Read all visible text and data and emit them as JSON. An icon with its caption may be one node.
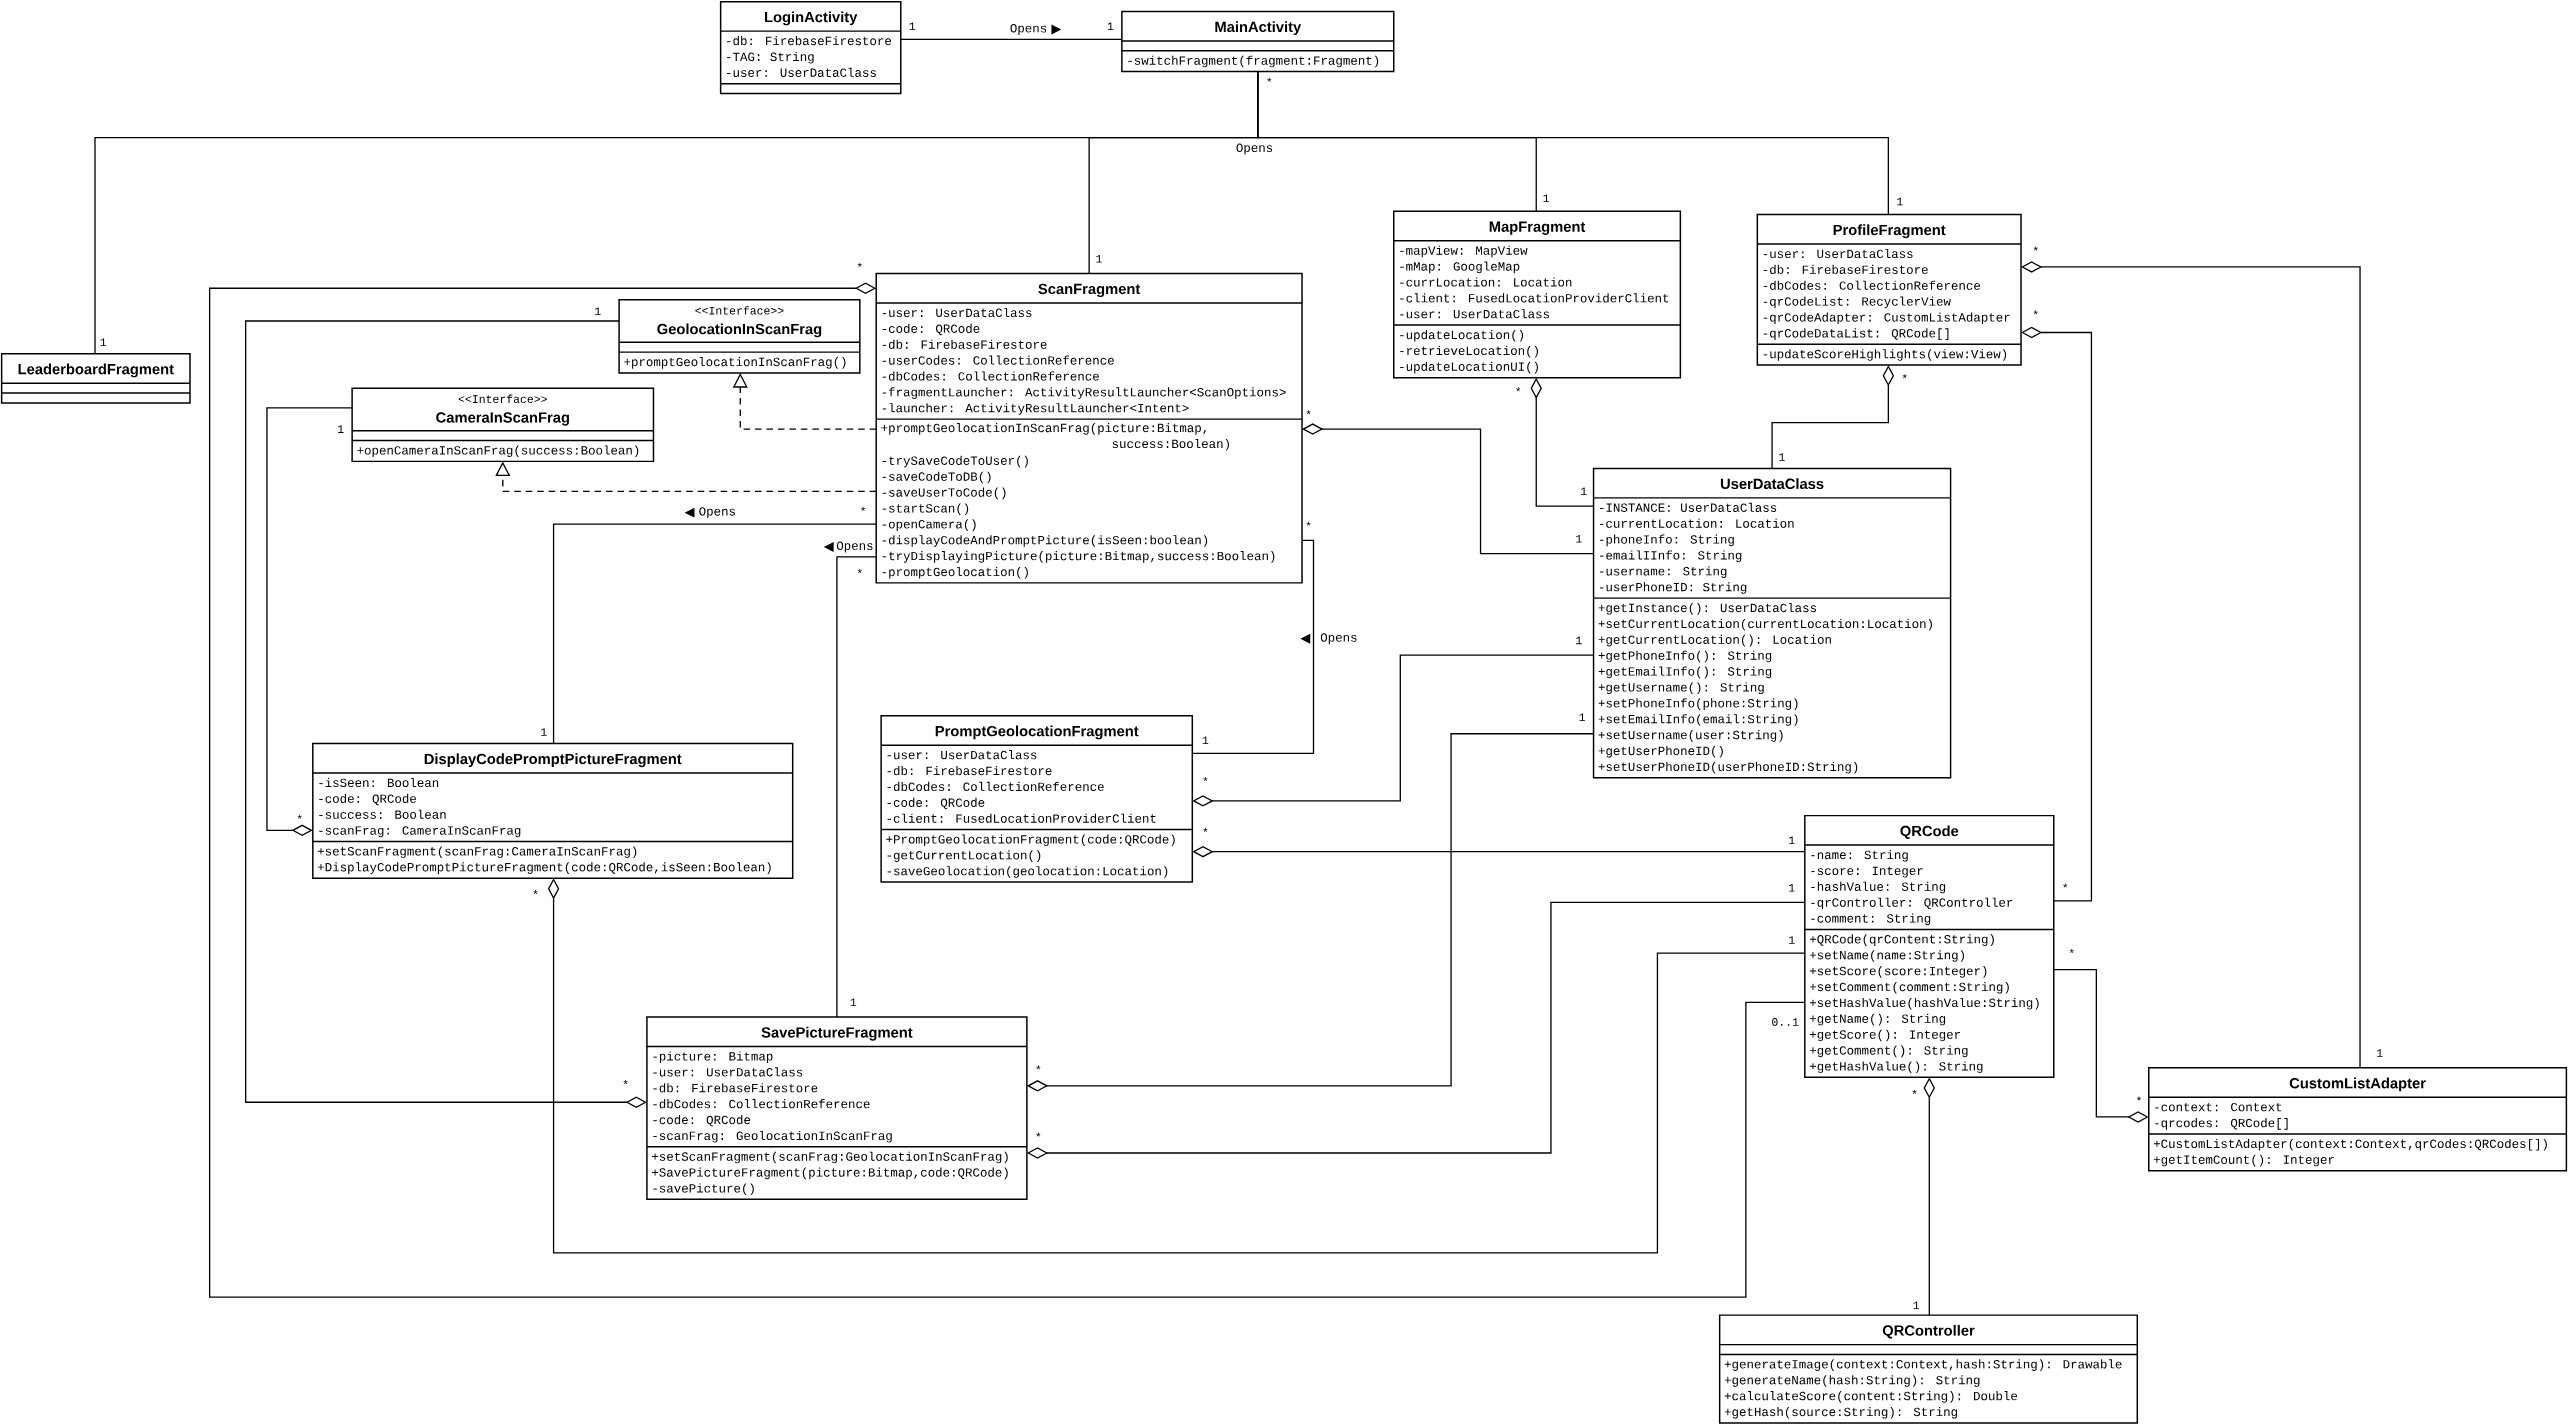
{
  "diagram": {
    "nodes": [
      {
        "text": [
          "LoginActivity",
          "-db: FirebaseFirestore",
          "-TAG: String",
          "-user: UserDataClass"
        ]
      },
      {
        "text": [
          "MainActivity",
          "-switchFragment(fragment:Fragment)"
        ]
      },
      {
        "text": [
          "LeaderboardFragment"
        ]
      },
      {
        "text": [
          "ScanFragment",
          "-user: UserDataClass",
          "-code: QRCode",
          "-db: FirebaseFirestore",
          "-userCodes: CollectionReference",
          "-dbCodes: CollectionReference",
          "-fragmentLauncher: ActivityResultLauncher<ScanOptions>",
          "-launcher: ActivityResultLauncher<Intent>",
          "+promptGeolocationInScanFrag(picture:Bitmap, success:Boolean)",
          "-trySaveCodeToUser()",
          "-saveCodeToDB()",
          "-saveUserToCode()",
          "-startScan()",
          "-openCamera()",
          "-displayCodeAndPromptPicture(isSeen:boolean)",
          "-tryDisplayingPicture(picture:Bitmap,success:Boolean)",
          "-promptGeolocation()"
        ]
      },
      {
        "text": [
          "<<Interface>>",
          "GeolocationInScanFrag",
          "+promptGeolocationInScanFrag()"
        ]
      },
      {
        "text": [
          "<<Interface>>",
          "CameraInScanFrag",
          "+openCameraInScanFrag(success:Boolean)"
        ]
      },
      {
        "text": [
          "MapFragment",
          "-mapView: MapView",
          "-mMap: GoogleMap",
          "-currLocation: Location",
          "-client: FusedLocationProviderClient",
          "-user: UserDataClass",
          "-updateLocation()",
          "-retrieveLocation()",
          "-updateLocationUI()"
        ]
      },
      {
        "text": [
          "ProfileFragment",
          "-user: UserDataClass",
          "-db: FirebaseFirestore",
          "-dbCodes: CollectionReference",
          "-qrCodeList: RecyclerView",
          "-qrCodeAdapter: CustomListAdapter",
          "-qrCodeDataList: QRCode[]",
          "-updateScoreHighlights(view:View)"
        ]
      },
      {
        "text": [
          "UserDataClass",
          "-INSTANCE: UserDataClass",
          "-currentLocation: Location",
          "-phoneInfo: String",
          "-emailIInfo: String",
          "-username: String",
          "-userPhoneID: String",
          "+getInstance(): UserDataClass",
          "+setCurrentLocation(currentLocation:Location)",
          "+getCurrentLocation(): Location",
          "+getPhoneInfo(): String",
          "+getEmailInfo(): String",
          "+getUsername(): String",
          "+setPhoneInfo(phone:String)",
          "+setEmailInfo(email:String)",
          "+setUsername(user:String)",
          "+getUserPhoneID()",
          "+setUserPhoneID(userPhoneID:String)"
        ]
      },
      {
        "text": [
          "PromptGeolocationFragment",
          "-user: UserDataClass",
          "-db: FirebaseFirestore",
          "-dbCodes: CollectionReference",
          "-code: QRCode",
          "-client: FusedLocationProviderClient",
          "+PromptGeolocationFragment(code:QRCode)",
          "-getCurrentLocation()",
          "-saveGeolocation(geolocation:Location)"
        ]
      },
      {
        "text": [
          "DisplayCodePromptPictureFragment",
          "-isSeen: Boolean",
          "-code: QRCode",
          "-success: Boolean",
          "-scanFrag: CameraInScanFrag",
          "+setScanFragment(scanFrag:CameraInScanFrag)",
          "+DisplayCodePromptPictureFragment(code:QRCode,isSeen:Boolean)"
        ]
      },
      {
        "text": [
          "SavePictureFragment",
          "-picture: Bitmap",
          "-user: UserDataClass",
          "-db: FirebaseFirestore",
          "-dbCodes: CollectionReference",
          "-code: QRCode",
          "-scanFrag: GeolocationInScanFrag",
          "+setScanFragment(scanFrag:GeolocationInScanFrag)",
          "+SavePictureFragment(picture:Bitmap,code:QRCode)",
          "-savePicture()"
        ]
      },
      {
        "text": [
          "QRCode",
          "-name: String",
          "-score: Integer",
          "-hashValue: String",
          "-qrController: QRController",
          "-comment: String",
          "+QRCode(qrContent:String)",
          "+setName(name:String)",
          "+setScore(score:Integer)",
          "+setComment(comment:String)",
          "+setHashValue(hashValue:String)",
          "+getName(): String",
          "+getScore(): Integer",
          "+getComment(): String",
          "+getHashValue(): String"
        ]
      },
      {
        "text": [
          "CustomListAdapter",
          "-context: Context",
          "-qrcodes: QRCode[]",
          "+CustomListAdapter(context:Context,qrCodes:QRCodes[])",
          "+getItemCount(): Integer"
        ]
      },
      {
        "text": [
          "QRController",
          "+generateImage(context:Context,hash:String): Drawable",
          "+generateName(hash:String): String",
          "+calculateScore(content:String): Double",
          "+getHash(source:String): String"
        ]
      }
    ],
    "edges": [
      {
        "from": 0,
        "to": 1,
        "arrow": "none",
        "label": "Opens"
      },
      {
        "from": 1,
        "to": 2,
        "arrow": "none",
        "label": "Opens"
      },
      {
        "from": 1,
        "to": 3,
        "arrow": "none"
      },
      {
        "from": 1,
        "to": 6,
        "arrow": "none"
      },
      {
        "from": 1,
        "to": 7,
        "arrow": "none"
      },
      {
        "from": 3,
        "to": 12,
        "arrow": "other"
      },
      {
        "from": 3,
        "to": 4,
        "arrow": "to",
        "style": "dashed"
      },
      {
        "from": 3,
        "to": 5,
        "arrow": "to",
        "style": "dashed"
      },
      {
        "from": 3,
        "to": 10,
        "arrow": "none",
        "label": "Opens"
      },
      {
        "from": 3,
        "to": 11,
        "arrow": "none",
        "label": "Opens"
      },
      {
        "from": 3,
        "to": 9,
        "arrow": "none",
        "label": "Opens"
      },
      {
        "from": 3,
        "to": 8,
        "arrow": "other"
      },
      {
        "from": 6,
        "to": 8,
        "arrow": "other"
      },
      {
        "from": 7,
        "to": 8,
        "arrow": "other"
      },
      {
        "from": 7,
        "to": 13,
        "arrow": "other"
      },
      {
        "from": 7,
        "to": 12,
        "arrow": "other"
      },
      {
        "from": 13,
        "to": 12,
        "arrow": "other"
      },
      {
        "from": 12,
        "to": 14,
        "arrow": "other"
      },
      {
        "from": 9,
        "to": 8,
        "arrow": "other"
      },
      {
        "from": 9,
        "to": 12,
        "arrow": "other"
      },
      {
        "from": 11,
        "to": 8,
        "arrow": "other"
      },
      {
        "from": 11,
        "to": 12,
        "arrow": "other"
      },
      {
        "from": 10,
        "to": 12,
        "arrow": "other"
      },
      {
        "from": 11,
        "to": 4,
        "arrow": "other"
      },
      {
        "from": 10,
        "to": 5,
        "arrow": "other"
      }
    ],
    "labels": [
      "1",
      "1",
      "*",
      "1",
      "1",
      "*",
      "1",
      "*",
      "1",
      "*",
      "1",
      "*",
      "*",
      "*",
      "1",
      "1",
      "1",
      "*",
      "*",
      "1",
      "*",
      "1",
      "1",
      "1",
      "1",
      "*",
      "*",
      "*",
      "1",
      "1",
      "*",
      "*",
      "1",
      "*",
      "1",
      "0..1",
      "1",
      "*",
      "*",
      "*",
      "*",
      "*",
      "1"
    ]
  }
}
